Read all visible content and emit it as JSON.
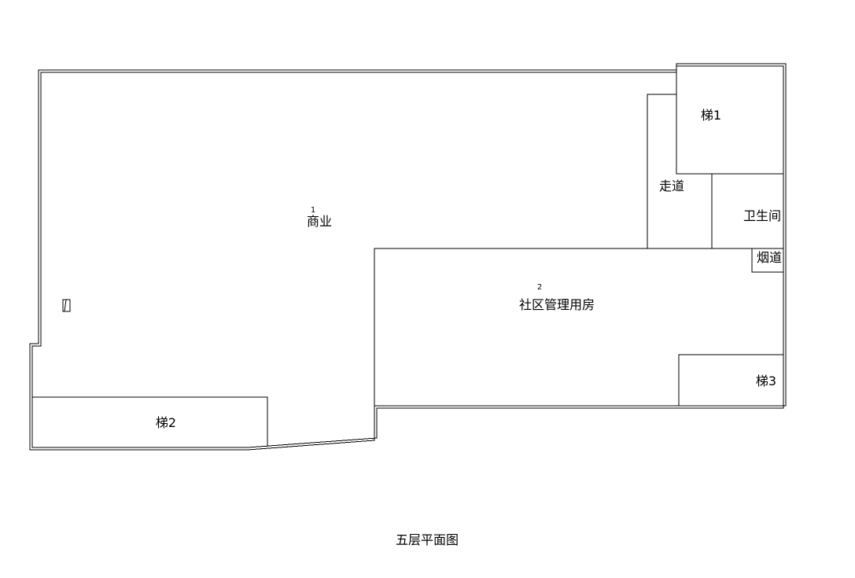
{
  "drawing": {
    "title": "五层平面图"
  },
  "rooms": {
    "commercial": {
      "number": "1",
      "label": "商业"
    },
    "community": {
      "number": "2",
      "label": "社区管理用房"
    },
    "stair1": {
      "label": "梯1"
    },
    "stair2": {
      "label": "梯2"
    },
    "stair3": {
      "label": "梯3"
    },
    "corridor": {
      "label": "走道"
    },
    "toilet": {
      "label": "卫生间"
    },
    "flue": {
      "label": "烟道"
    }
  }
}
